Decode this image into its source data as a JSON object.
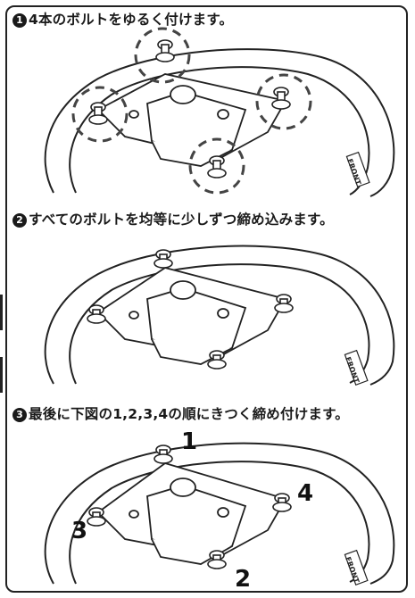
{
  "steps": [
    {
      "number": "1",
      "text": "4本のボルトをゆるく付けます。"
    },
    {
      "number": "2",
      "text": "すべてのボルトを均等に少しずつ締め込みます。"
    },
    {
      "number": "3",
      "text": "最後に下図の1,2,3,4の順にきつく締め付けます。"
    }
  ],
  "front_label": "FRONT",
  "order_labels": [
    "1",
    "2",
    "3",
    "4"
  ]
}
